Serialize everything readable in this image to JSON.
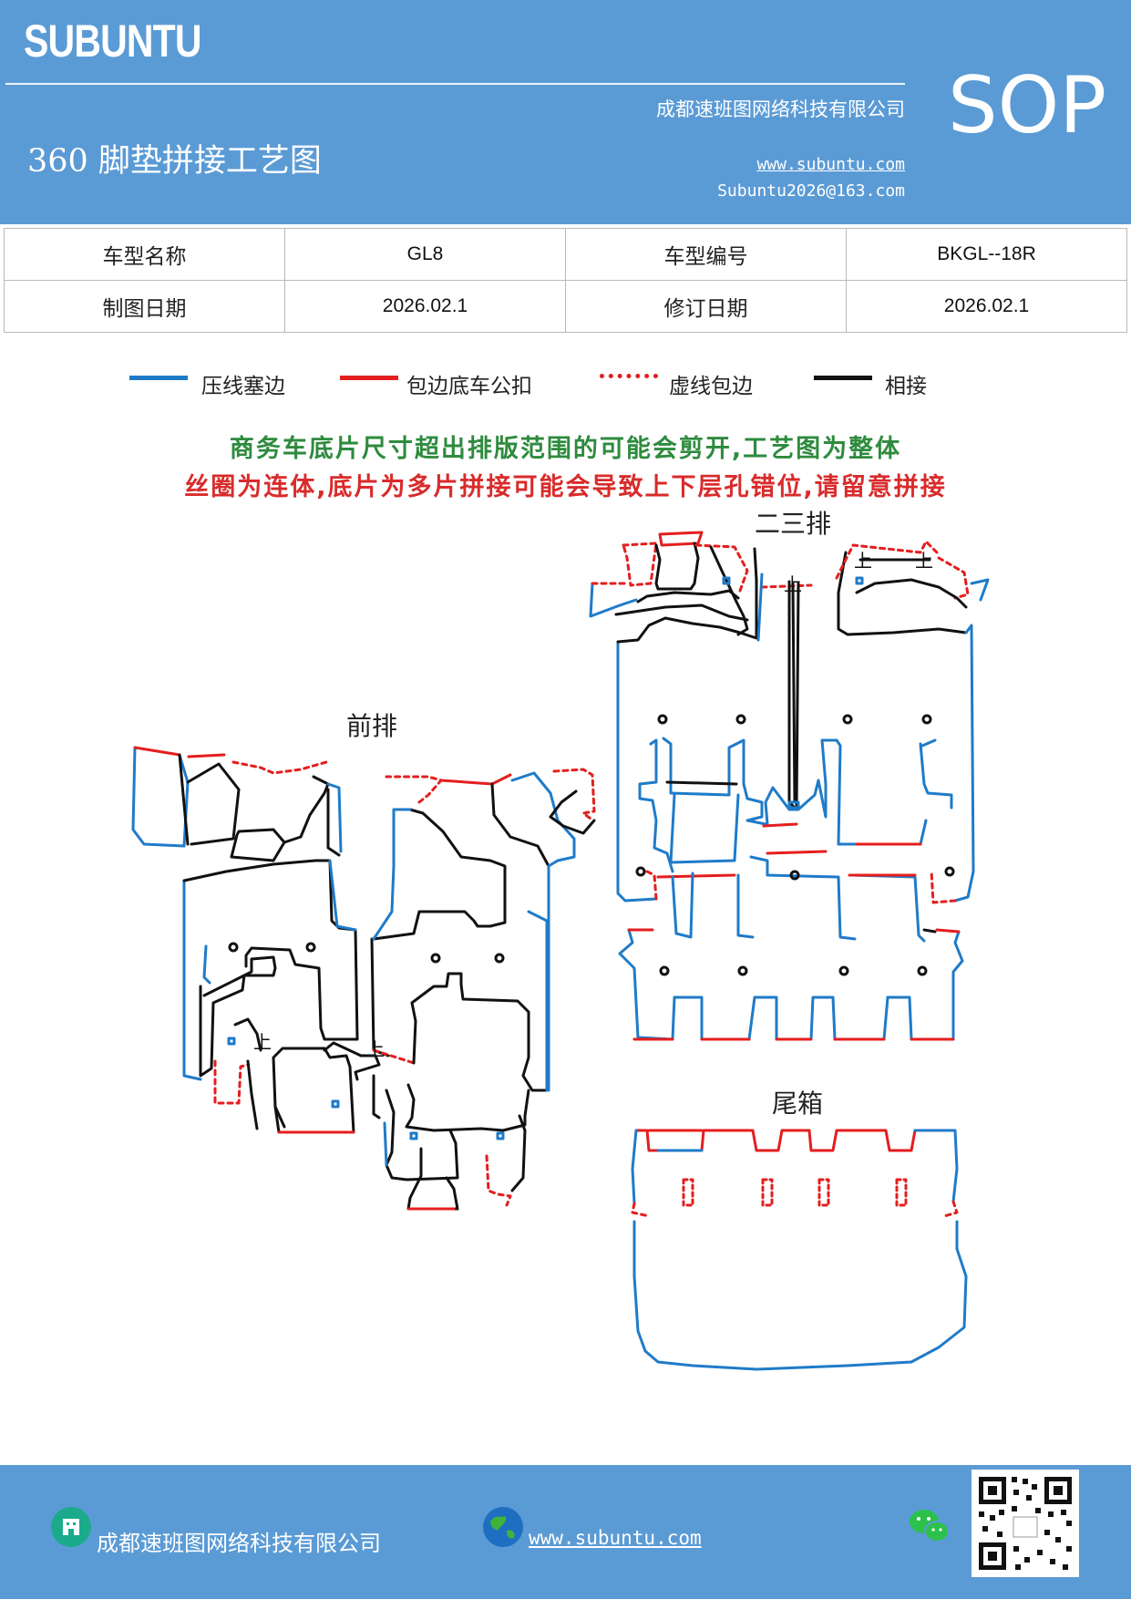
{
  "header": {
    "brand": "SUBUNTU",
    "badge": "SOP",
    "company": "成都速班图网络科技有限公司",
    "title": "360 脚垫拼接工艺图",
    "website": "www.subuntu.com",
    "email": "Subuntu2026@163.com"
  },
  "info_table": {
    "model_name_label": "车型名称",
    "model_name": "GL8",
    "model_code_label": "车型编号",
    "model_code": "BKGL--18R",
    "draw_date_label": "制图日期",
    "draw_date": "2026.02.1",
    "revise_date_label": "修订日期",
    "revise_date": "2026.02.1"
  },
  "legend": [
    {
      "label": "压线塞边",
      "color": "#1f7bc8",
      "style": "solid"
    },
    {
      "label": "包边底车公扣",
      "color": "#e41e1e",
      "style": "solid"
    },
    {
      "label": "虚线包边",
      "color": "#e41e1e",
      "style": "dotted"
    },
    {
      "label": "相接",
      "color": "#111111",
      "style": "solid"
    }
  ],
  "notices": {
    "line1": "商务车底片尺寸超出排版范围的可能会剪开,工艺图为整体",
    "line2": "丝圈为连体,底片为多片拼接可能会导致上下层孔错位,请留意拼接",
    "line1_color": "#2e8b3e",
    "line2_color": "#d92b2b"
  },
  "sections": {
    "front": "前排",
    "second_third": "二三排",
    "trunk": "尾箱",
    "up_mark": "上"
  },
  "colors": {
    "header_bg": "#5b9bd5",
    "blue_line": "#1f7bc8",
    "red_line": "#e41e1e",
    "black_line": "#111111"
  },
  "footer": {
    "company": "成都速班图网络科技有限公司",
    "website": "www.subuntu.com",
    "icons": [
      "building-icon",
      "globe-icon",
      "wechat-icon",
      "qr-code"
    ]
  }
}
